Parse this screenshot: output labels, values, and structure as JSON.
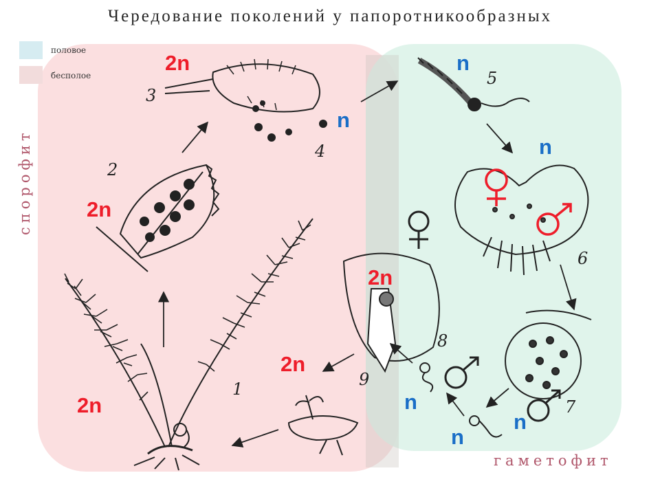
{
  "title": "Чередование поколений у папоротникообразных",
  "legend": [
    {
      "label": "половое",
      "color": "#d6ecf1"
    },
    {
      "label": "бесполое",
      "color": "#f2dcdc"
    }
  ],
  "zones": {
    "sporophyte": {
      "label": "спорофит",
      "color": "#fbdfe0"
    },
    "gametophyte": {
      "label": "гаметофит",
      "color": "#dcf3e8"
    }
  },
  "ploidy_labels": {
    "l1": "2n",
    "l2": "n",
    "l3": "n",
    "l4": "2n",
    "l5": "n",
    "l6": "2n",
    "l7": "2n",
    "l8": "2n",
    "l9": "n",
    "l10": "n",
    "l11": "n"
  },
  "stage_numbers": {
    "s1": "1",
    "s2": "2",
    "s3": "3",
    "s4": "4",
    "s5": "5",
    "s6": "6",
    "s7": "7",
    "s8": "8",
    "s9": "9"
  },
  "colors": {
    "diploid": "#ee1d2a",
    "haploid": "#1a6ec7",
    "sex_symbol": "#ee1d2a"
  }
}
